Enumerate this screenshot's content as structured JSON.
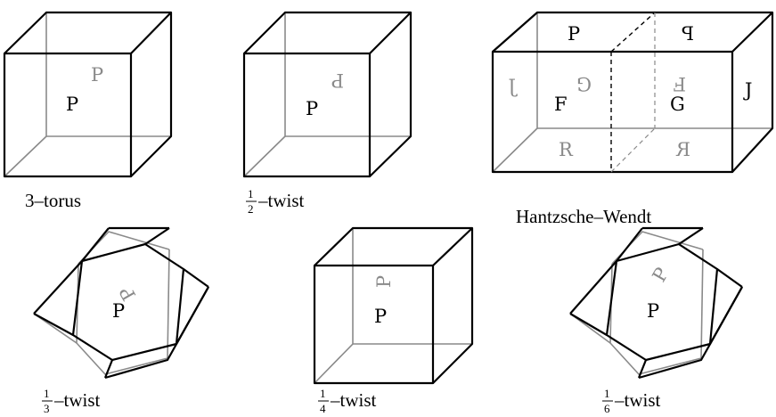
{
  "panels": {
    "three_torus": {
      "caption": "3–torus",
      "front_letter": "P",
      "back_letter": "P"
    },
    "half_twist": {
      "frac_num": "1",
      "frac_den": "2",
      "caption_suffix": "–twist",
      "front_letter": "P",
      "back_letter": "P"
    },
    "hantzsche_wendt": {
      "caption": "Hantzsche–Wendt",
      "letters": {
        "top_left": "P",
        "top_right": "P",
        "left_face": "J",
        "right_face": "J",
        "back_left": "G",
        "back_right": "F",
        "front_left": "F",
        "front_right": "G",
        "bottom_left": "R",
        "bottom_right": "R"
      }
    },
    "third_twist": {
      "frac_num": "1",
      "frac_den": "3",
      "caption_suffix": "–twist",
      "front_letter": "P",
      "back_letter": "P"
    },
    "quarter_twist": {
      "frac_num": "1",
      "frac_den": "4",
      "caption_suffix": "–twist",
      "front_letter": "P",
      "back_letter": "P"
    },
    "sixth_twist": {
      "frac_num": "1",
      "frac_den": "6",
      "caption_suffix": "–twist",
      "front_letter": "P",
      "back_letter": "P"
    }
  }
}
